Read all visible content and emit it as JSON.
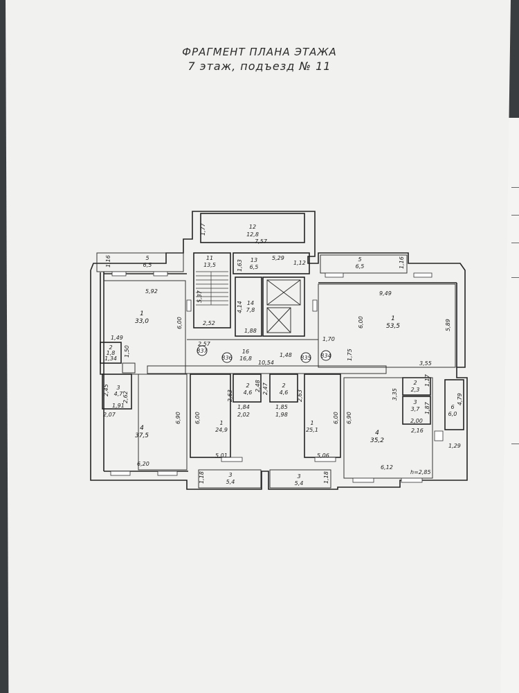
{
  "document": {
    "title": "ФРАГМЕНТ ПЛАНА ЭТАЖА",
    "subtitle": "7 этаж,  подъезд № 11"
  },
  "labels": {
    "r12_num": "12",
    "r12_area": "12,8",
    "d_177": "1,77",
    "d_757": "7,57",
    "r11_num": "11",
    "r11_area": "13,5",
    "r13_num": "13",
    "r13_area": "6,5",
    "d_163": "1,63",
    "d_529": "5,29",
    "d_112": "1,12",
    "r14_num": "14",
    "r14_area": "7,8",
    "d_414": "4,14",
    "d_188": "1,88",
    "d_537": "5,37",
    "d_252": "2,52",
    "d_257": "2,57",
    "r16_num": "16",
    "r16_area": "16,8",
    "d_1054": "10,54",
    "d_148": "1,48",
    "c_837": "837",
    "c_836": "836",
    "c_835": "835",
    "c_834": "834",
    "l5_num": "5",
    "l5_area": "6,5",
    "d_116l": "1,16",
    "l1_num": "1",
    "l1_area": "33,0",
    "d_592": "5,92",
    "d_600l": "6,00",
    "l2_num": "2",
    "l2_area": "1,8",
    "d_149": "1,49",
    "d_134": "1,34",
    "d_150": "1,50",
    "l3_num": "3",
    "l3_area": "4,7",
    "d_245": "2,45",
    "d_262": "2,62",
    "d_191": "1,91",
    "l4_num": "4",
    "l4_area": "37,5",
    "d_207": "2,07",
    "d_690l": "6,90",
    "d_620": "6,20",
    "m1l_num": "1",
    "m1l_area": "24,9",
    "d_600m1": "6,00",
    "d_501": "5,01",
    "m2l_num": "2",
    "m2l_area": "4,6",
    "d_263": "2,63",
    "d_248": "2,48",
    "d_184": "1,84",
    "d_202": "2,02",
    "m2r_num": "2",
    "m2r_area": "4,6",
    "d_247": "2,47",
    "d_263b": "2,63",
    "d_185": "1,85",
    "d_198": "1,98",
    "m1r_num": "1",
    "m1r_area": "25,1",
    "d_600m2": "6,00",
    "d_506": "5,06",
    "b3l_num": "3",
    "b3l_area": "5,4",
    "d_118l": "1,18",
    "b3r_num": "3",
    "b3r_area": "5,4",
    "d_118r": "1,18",
    "r5_num": "5",
    "r5_area": "6,5",
    "d_116r": "1,16",
    "r1_num": "1",
    "r1_area": "53,5",
    "d_949": "9,49",
    "d_600r": "6,00",
    "d_589": "5,89",
    "d_170": "1,70",
    "d_175": "1,75",
    "d_355": "3,55",
    "r2_num": "2",
    "r2_area": "2,3",
    "d_117": "1,17",
    "r3_num": "3",
    "r3_area": "3,7",
    "d_335": "3,35",
    "d_187": "1,87",
    "d_200": "2,00",
    "r4_num": "4",
    "r4_area": "35,2",
    "d_690r": "6,90",
    "d_216": "2,16",
    "d_612": "6,12",
    "r6_num": "6",
    "r6_area": "6,0",
    "d_479": "4,79",
    "d_129": "1,29",
    "height": "h=2,85"
  }
}
